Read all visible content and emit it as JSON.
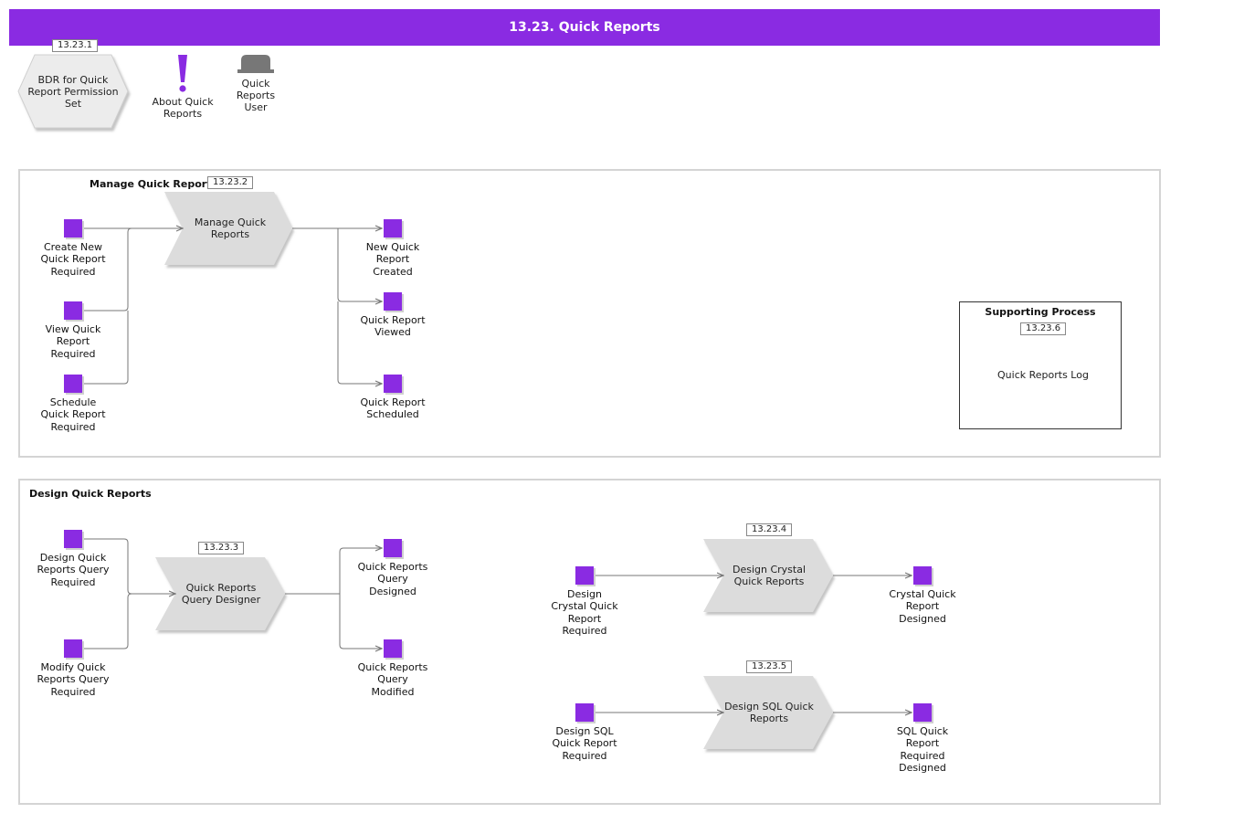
{
  "header": {
    "title": "13.23. Quick Reports"
  },
  "top": {
    "bdr_badge": "13.23.1",
    "bdr_label": "BDR for Quick Report Permission Set",
    "about_label": "About Quick Reports",
    "user_label": "Quick Reports User"
  },
  "manage": {
    "title": "Manage Quick Reports",
    "badge": "13.23.2",
    "process": "Manage Quick Reports",
    "inputs": [
      "Create New Quick Report Required",
      "View Quick Report Required",
      "Schedule Quick Report Required"
    ],
    "outputs": [
      "New Quick Report Created",
      "Quick Report Viewed",
      "Quick Report Scheduled"
    ]
  },
  "support": {
    "title": "Supporting Process",
    "badge": "13.23.6",
    "process": "Quick Reports Log"
  },
  "design": {
    "title": "Design Quick Reports",
    "qd": {
      "badge": "13.23.3",
      "process": "Quick Reports Query Designer",
      "inputs": [
        "Design Quick Reports Query Required",
        "Modify Quick Reports Query Required"
      ],
      "outputs": [
        "Quick Reports Query Designed",
        "Quick Reports Query Modified"
      ]
    },
    "crystal": {
      "badge": "13.23.4",
      "process": "Design Crystal Quick Reports",
      "input": "Design Crystal Quick Report Required",
      "output": "Crystal Quick Report Designed"
    },
    "sql": {
      "badge": "13.23.5",
      "process": "Design SQL Quick Reports",
      "input": "Design SQL Quick Report Required",
      "output": "SQL Quick Report Required Designed"
    }
  },
  "colors": {
    "accent": "#8a2be2",
    "shape_fill": "#dcdcdc",
    "panel_border": "#d4d4d4"
  }
}
